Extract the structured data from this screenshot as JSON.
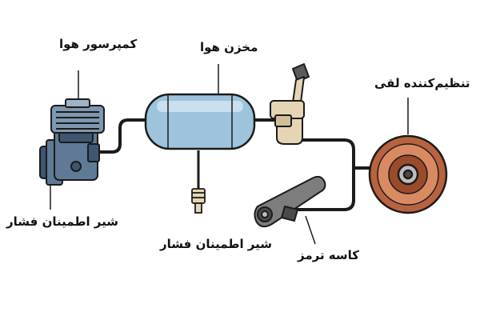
{
  "labels": {
    "compressor": "کمپرسور هوا",
    "tank": "مخزن هوا",
    "adjuster": "تنظیم‌کننده لقی",
    "valve_left": "شیر اطمینان فشار",
    "valve_center": "شیر اطمینان فشار",
    "brake_chamber": "کاسه ترمز"
  },
  "colors": {
    "outline": "#1b1b1b",
    "pipe": "#1b1b1b",
    "compressor_body": "#5f7a96",
    "compressor_dark": "#3e5670",
    "tank_body": "#9ec3dc",
    "tank_highlight": "#c8e0ef",
    "valve_beige": "#e6d5b4",
    "lever_gray": "#7d7d7d",
    "lever_dark": "#4a4a4a",
    "drum_outer": "#b8623f",
    "drum_mid": "#d98a63",
    "drum_inner": "#9c4a2c",
    "hub_gray": "#bdbdbd"
  },
  "icons": {
    "compressor": "air-compressor-icon",
    "tank": "air-tank-icon",
    "brake_valve": "foot-brake-valve-icon",
    "drum": "brake-drum-icon",
    "lever": "slack-lever-icon",
    "safety_valve": "safety-valve-icon"
  }
}
